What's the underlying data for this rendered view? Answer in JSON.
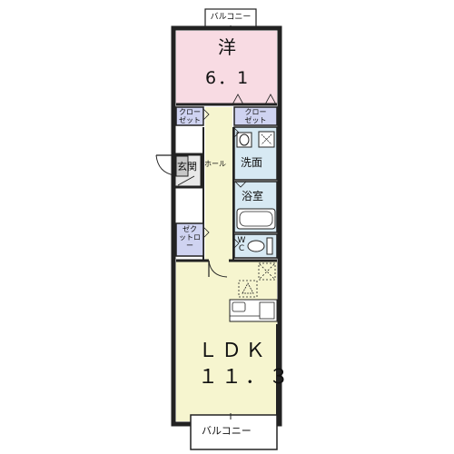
{
  "rooms": {
    "western": {
      "name": "洋",
      "size": "6．1",
      "color": "#f8dbe3"
    },
    "closet_left": {
      "label_line1": "クロー",
      "label_line2": "ゼット",
      "color": "#cfd3f1"
    },
    "closet_right": {
      "label_line1": "クロー",
      "label_line2": "ゼット",
      "color": "#cfd3f1"
    },
    "entrance": {
      "label": "玄関",
      "color": "#d9d9d9"
    },
    "hall": {
      "label": "ホール",
      "color": "#f6f5cf"
    },
    "washroom": {
      "label": "洗面",
      "color": "#d7e9f3"
    },
    "bathroom": {
      "label": "浴室",
      "color": "#d7e9f3"
    },
    "closet_mid": {
      "label_line1": "ゼク",
      "label_line2": "ットロ",
      "label_line3": "ー",
      "color": "#cfd3f1"
    },
    "toilet": {
      "label_line1": "W",
      "label_line2": "C",
      "color": "#d7e9f3"
    },
    "ldk": {
      "name": "ＬＤＫ",
      "size": "１１．３",
      "color": "#f6f5cf"
    }
  },
  "balcony_top": {
    "label": "バルコニー"
  },
  "balcony_bottom": {
    "label": "バルコニー"
  }
}
